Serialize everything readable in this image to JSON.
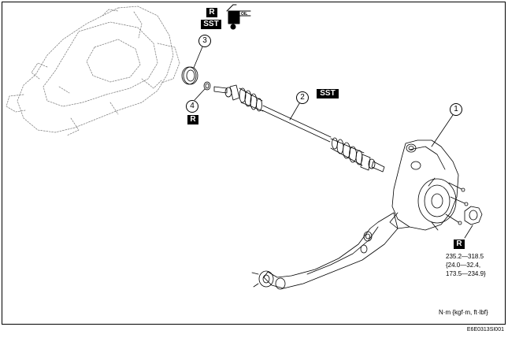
{
  "badges": {
    "r_top": "R",
    "sst_top": "SST",
    "sst_shaft": "SST",
    "r_clip": "R",
    "r_nut": "R"
  },
  "callouts": {
    "knuckle": "1",
    "drive_shaft": "2",
    "oil_seal": "3",
    "clip": "4"
  },
  "oil_can_label": "OIL",
  "torque_spec": {
    "line1": "235.2—318.5",
    "line2": "{24.0—32.4,",
    "line3": "173.5—234.9}"
  },
  "units_label": "N·m {kgf·m, ft·lbf}",
  "figure_code": "E6E0313SI001",
  "colors": {
    "line": "#000000",
    "hatch": "#888888",
    "background": "#ffffff"
  }
}
